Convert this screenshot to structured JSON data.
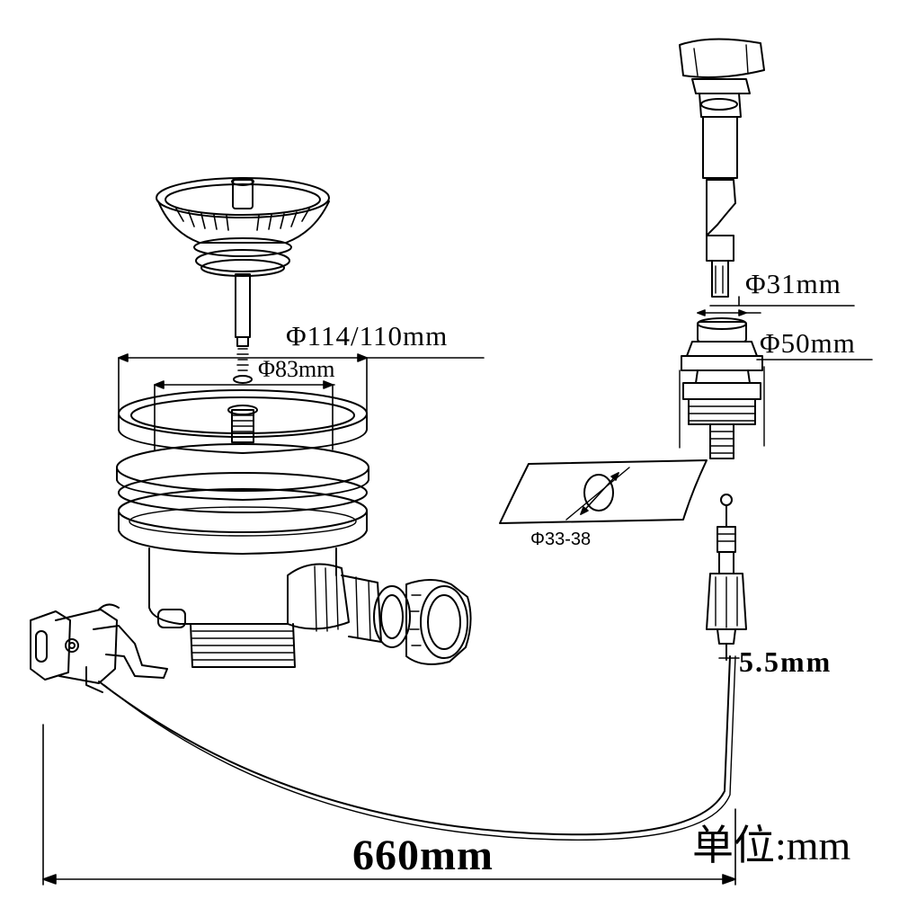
{
  "dimensions": {
    "strainer_outer": "Φ114/110mm",
    "strainer_inner": "Φ83mm",
    "countertop_hole": "Φ33-38",
    "rod": "Φ31mm",
    "flange": "Φ50mm",
    "cable": "5.5mm",
    "total_length": "660mm"
  },
  "unit_note": "单位:mm"
}
